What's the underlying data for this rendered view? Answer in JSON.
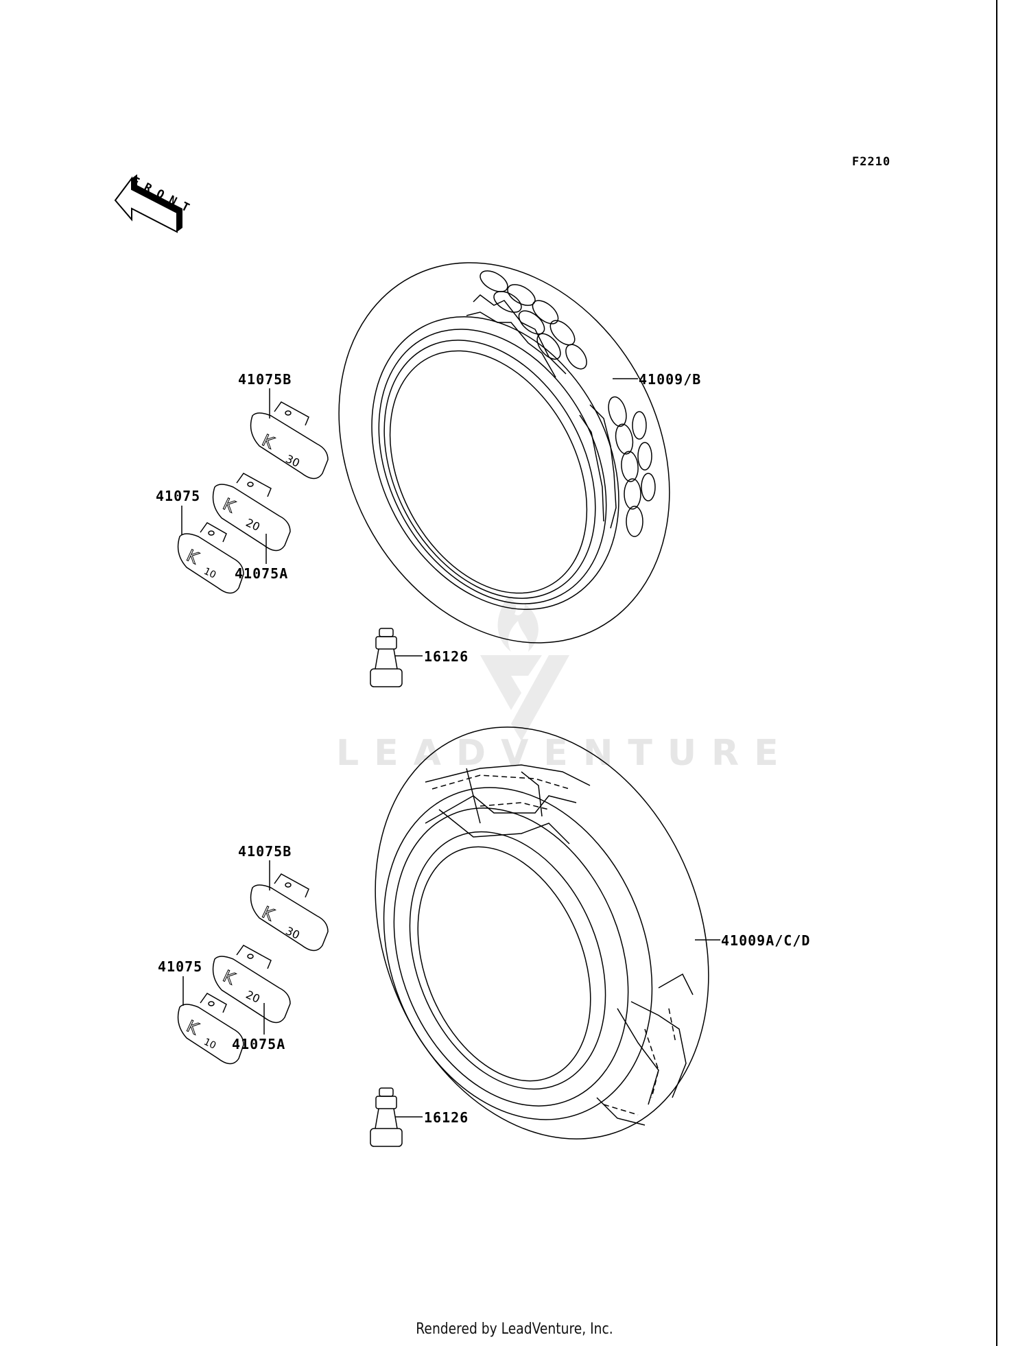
{
  "diagram": {
    "id": "F2210",
    "orientation_arrow": {
      "label": "FRONT",
      "icon": "front-arrow-icon"
    },
    "watermark": "LEADVENTURE",
    "footer": "Rendered by LeadVenture, Inc.",
    "colors": {
      "line": "#000000",
      "background": "#ffffff",
      "watermark": "#e6e6e6"
    }
  },
  "front_wheel_group": {
    "tire_label": "41009/B",
    "valve_label": "16126",
    "weights": [
      {
        "label": "41075B",
        "stamp_letter": "K",
        "stamp_value": "30"
      },
      {
        "label": "41075A",
        "stamp_letter": "K",
        "stamp_value": "20"
      },
      {
        "label": "41075",
        "stamp_letter": "K",
        "stamp_value": "10"
      }
    ]
  },
  "rear_wheel_group": {
    "tire_label": "41009A/C/D",
    "valve_label": "16126",
    "weights": [
      {
        "label": "41075B",
        "stamp_letter": "K",
        "stamp_value": "30"
      },
      {
        "label": "41075A",
        "stamp_letter": "K",
        "stamp_value": "20"
      },
      {
        "label": "41075",
        "stamp_letter": "K",
        "stamp_value": "10"
      }
    ]
  }
}
